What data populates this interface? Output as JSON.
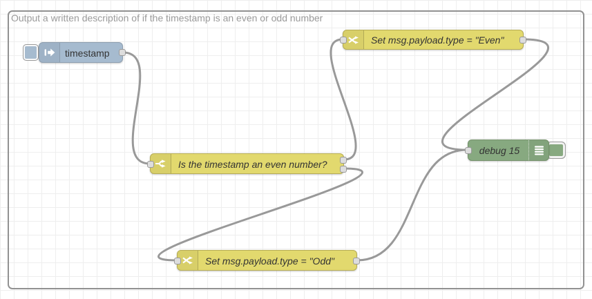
{
  "canvas": {
    "background": "#ffffff",
    "grid_color": "#eeeeee",
    "grid_size": 20
  },
  "group": {
    "label": "Output a written description of if the timestamp is an even or odd number",
    "border_color": "#919191",
    "label_color": "#9a9a9a"
  },
  "nodes": {
    "inject": {
      "type": "inject",
      "label": "timestamp",
      "color": "#a6bbcf",
      "icon": "inject-arrow-icon",
      "outputs": 1
    },
    "switch": {
      "type": "switch",
      "label": "Is the timestamp an even number?",
      "color": "#e2d96e",
      "icon": "switch-fork-icon",
      "outputs": 2
    },
    "change_even": {
      "type": "change",
      "label": "Set msg.payload.type = \"Even\"",
      "color": "#e2d96e",
      "icon": "change-swap-icon",
      "outputs": 1
    },
    "change_odd": {
      "type": "change",
      "label": "Set msg.payload.type = \"Odd\"",
      "color": "#e2d96e",
      "icon": "change-swap-icon",
      "outputs": 1
    },
    "debug": {
      "type": "debug",
      "label": "debug 15",
      "color": "#87a980",
      "icon": "debug-list-icon",
      "outputs": 0
    }
  },
  "wires": {
    "color": "#999999",
    "width": 3
  }
}
